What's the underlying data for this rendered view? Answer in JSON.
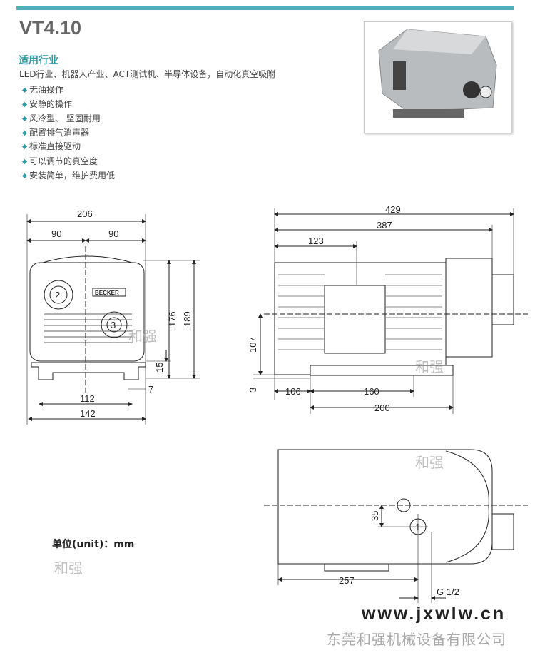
{
  "model": "VT4.10",
  "section_title": "适用行业",
  "industries": "LED行业、机器人产业、ACT测试机、半导体设备，自动化真空吸附",
  "features": [
    "无油操作",
    "安静的操作",
    "风冷型、 坚固耐用",
    "配置排气消声器",
    "标准直接驱动",
    "可以调节的真空度",
    "安装简单，维护费用低"
  ],
  "front_view": {
    "dims": [
      "206",
      "90",
      "90",
      "176",
      "189",
      "15",
      "7",
      "112",
      "142"
    ],
    "ports": [
      "2",
      "3"
    ],
    "brand": "BECKER"
  },
  "side_view": {
    "dims": [
      "429",
      "387",
      "123",
      "107",
      "3",
      "106",
      "160",
      "200"
    ]
  },
  "top_view": {
    "dims": [
      "35",
      "257",
      "G 1/2"
    ],
    "ports": [
      "1"
    ]
  },
  "unit_label": "单位(unit)：mm",
  "watermark": "和强",
  "website": "www.jxwlw.cn",
  "company": "东莞和强机械设备有限公司",
  "colors": {
    "accent": "#4fb0bb",
    "heading": "#2f9aa6"
  }
}
